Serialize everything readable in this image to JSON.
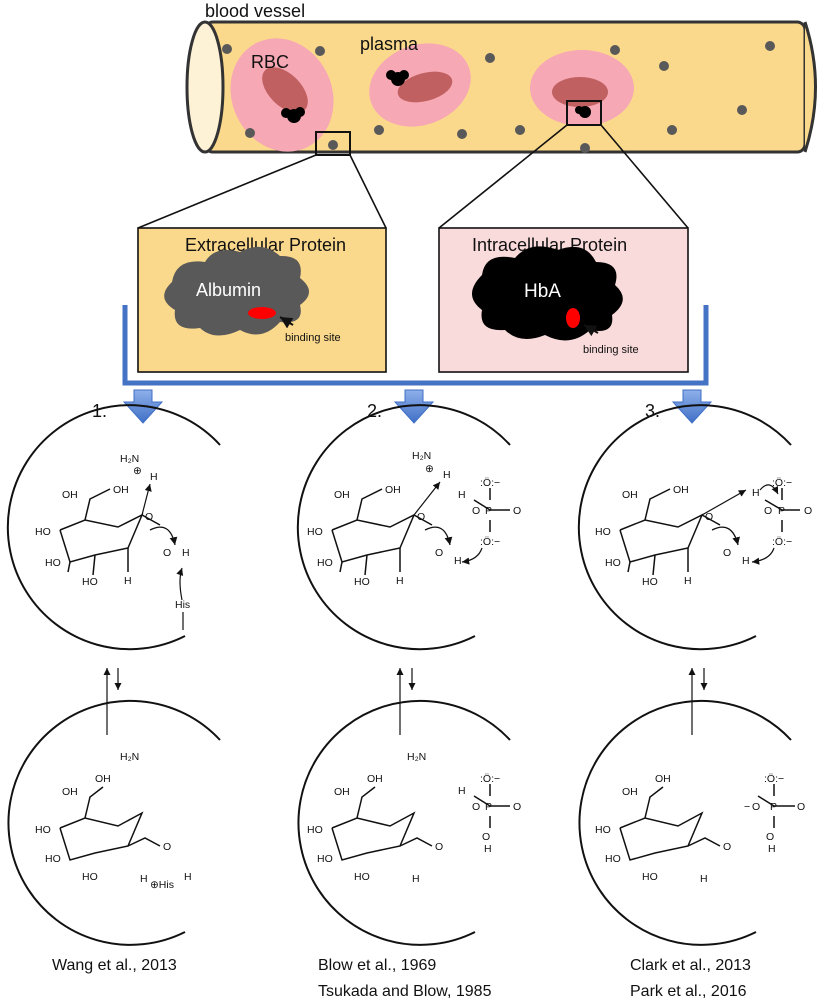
{
  "vessel": {
    "title": "blood vessel",
    "plasma_label": "plasma",
    "rbc_label": "RBC"
  },
  "panels": {
    "extracellular": {
      "title": "Extracellular Protein",
      "protein": "Albumin",
      "site_label": "binding site"
    },
    "intracellular": {
      "title": "Intracellular Protein",
      "protein": "HbA",
      "site_label": "binding site"
    }
  },
  "mechanisms": [
    {
      "number": "1.",
      "refs": [
        "Wang et al., 2013"
      ]
    },
    {
      "number": "2.",
      "refs": [
        "Blow et al., 1969",
        "Tsukada and Blow, 1985"
      ]
    },
    {
      "number": "3.",
      "refs": [
        "Clark et al., 2013",
        "Park et al., 2016"
      ]
    }
  ],
  "chem": {
    "oh": "OH",
    "ho": "HO",
    "h": "H",
    "o": "O",
    "p": "P",
    "h2n": "H₂N",
    "his": "His",
    "plus_his": "⊕His",
    "plus": "⊕",
    "o_minus": ":Ö:−",
    "o_neg": "−"
  },
  "colors": {
    "vessel_fill": "#fbd98c",
    "panel_extra_fill": "#fbd98c",
    "panel_intra_fill": "#fadbdb",
    "rbc_outer": "#f6a8b4",
    "rbc_inner": "#c06060",
    "albumin": "#595959",
    "hba": "#000000",
    "binding_site": "#ff0000",
    "bracket_blue": "#4472c4",
    "arrow_blue": "#5b87d6"
  }
}
